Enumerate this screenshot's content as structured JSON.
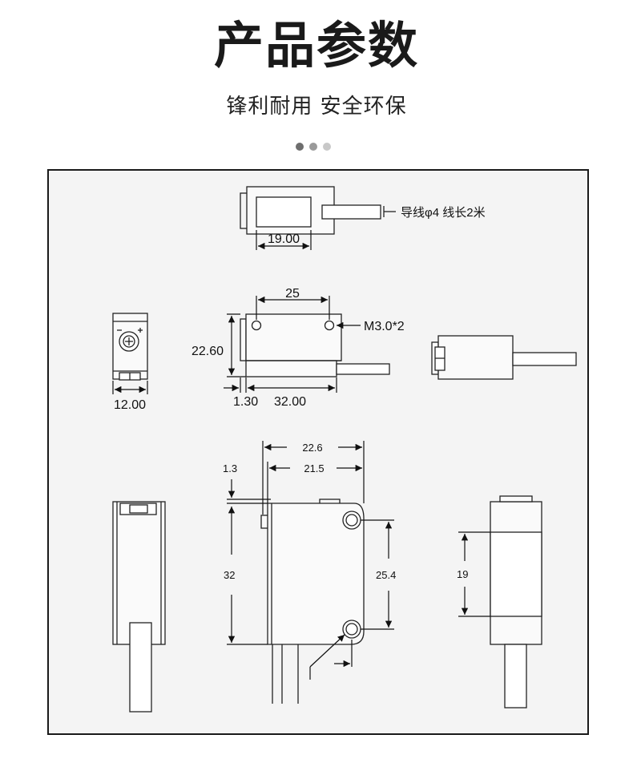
{
  "header": {
    "title": "产品参数",
    "subtitle": "锋利耐用  安全环保",
    "carousel_dots": [
      {
        "color": "#6e6e6e"
      },
      {
        "color": "#9a9a9a"
      },
      {
        "color": "#c8c8c8"
      }
    ]
  },
  "drawing": {
    "top_view": {
      "width_label": "19.00",
      "cable_note": "导线φ4  线长2米"
    },
    "front_view": {
      "hole_spacing": "25",
      "hole_note": "M3.0*2",
      "height": "22.60",
      "offset": "1.30",
      "length": "32.00"
    },
    "end_view": {
      "width": "12.00"
    },
    "bottom_views": {
      "overall_width": "22.6",
      "body_width": "21.5",
      "step": "1.3",
      "height": "32",
      "hole_pitch": "25.4",
      "window_height": "19"
    }
  }
}
